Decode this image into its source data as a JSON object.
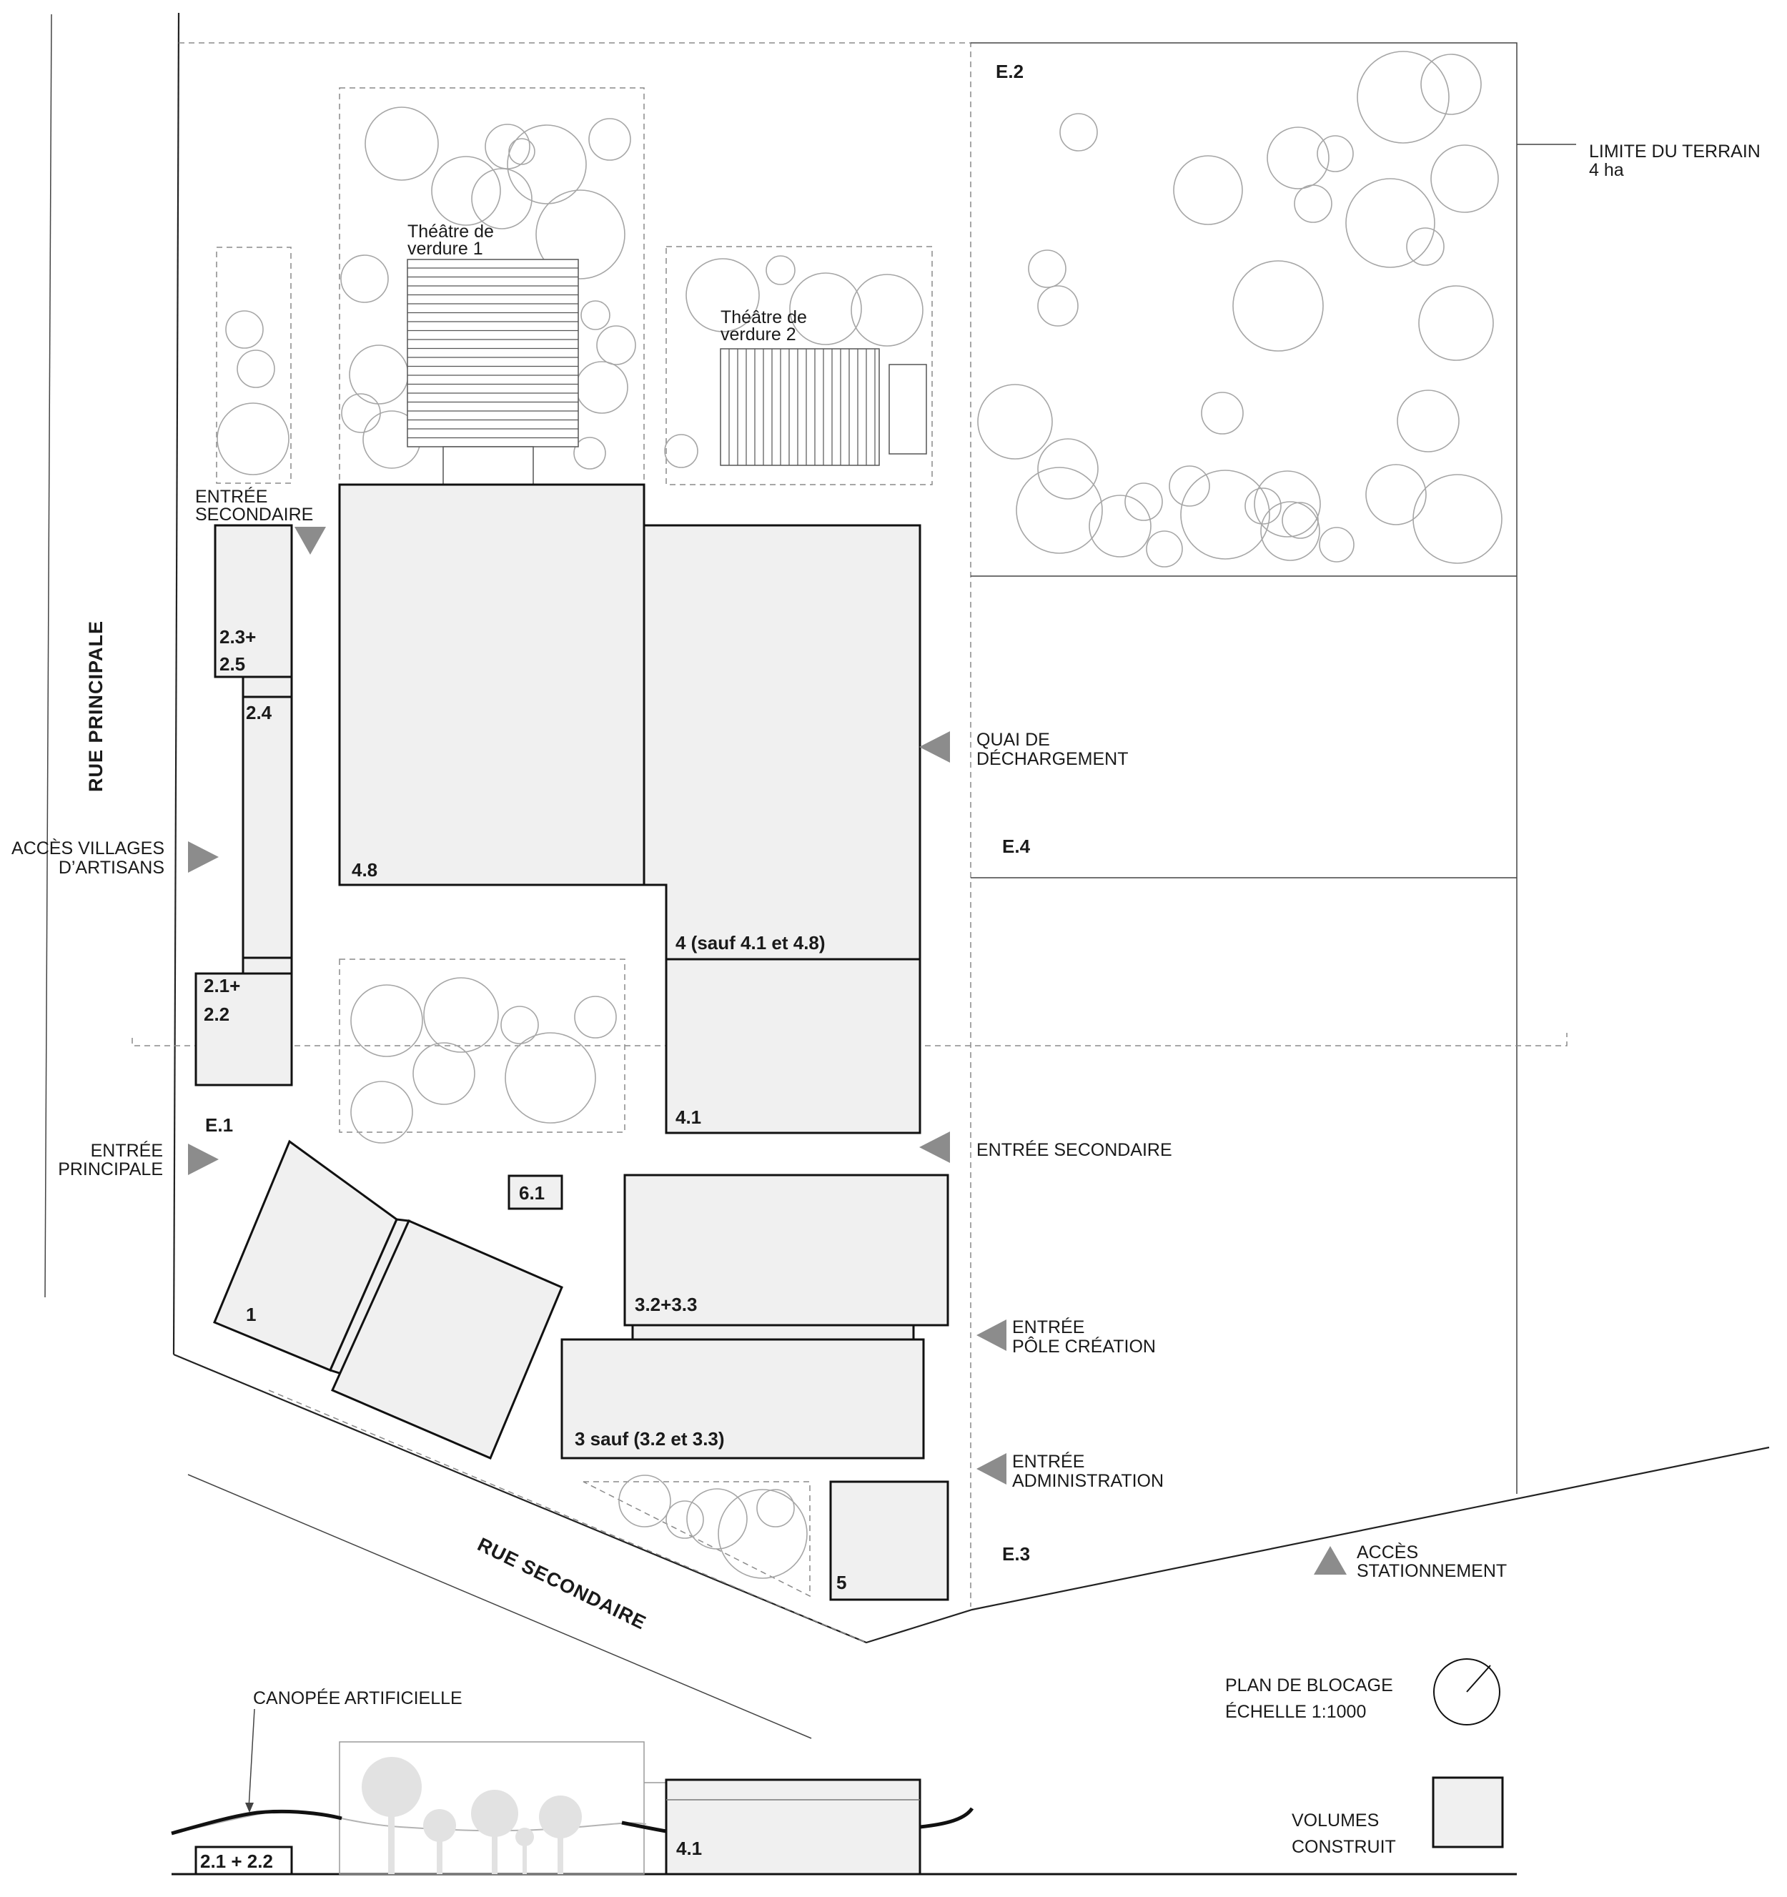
{
  "labels": {
    "theatre1": [
      "Théâtre de",
      "verdure 1"
    ],
    "theatre2": [
      "Théâtre de",
      "verdure 2"
    ],
    "entree_secondaire_nw": [
      "ENTRÉE",
      "SECONDAIRE"
    ],
    "limite": [
      "LIMITE DU TERRAIN",
      "4 ha"
    ],
    "quai": [
      "QUAI DE",
      "DÉCHARGEMENT"
    ],
    "acces_villages": [
      "ACCÈS VILLAGES",
      "D’ARTISANS"
    ],
    "entree_principale": [
      "ENTRÉE",
      "PRINCIPALE"
    ],
    "entree_secondaire_e": "ENTRÉE  SECONDAIRE",
    "entree_pole": [
      "ENTRÉE",
      "PÔLE CRÉATION"
    ],
    "entree_admin": [
      "ENTRÉE",
      "ADMINISTRATION"
    ],
    "acces_stationnement": [
      "ACCÈS",
      "STATIONNEMENT"
    ],
    "rue_principale": "RUE PRINCIPALE",
    "rue_secondaire": "RUE SECONDAIRE",
    "canopee": "CANOPÉE ARTIFICIELLE",
    "plan_de_blocage": [
      "PLAN DE BLOCAGE",
      "ÉCHELLE  1:1000"
    ],
    "volumes_construit": [
      "VOLUMES",
      "CONSTRUIT"
    ]
  },
  "zones": {
    "e1": "E.1",
    "e2": "E.2",
    "e3": "E.3",
    "e4": "E.4"
  },
  "blocks": {
    "b23_25": [
      "2.3+",
      "2.5"
    ],
    "b24": "2.4",
    "b21_22": [
      "2.1+",
      "2.2"
    ],
    "b48": "4.8",
    "b4": "4 (sauf 4.1 et 4.8)",
    "b41": "4.1",
    "b61": "6.1",
    "b1": "1",
    "b32_33": "3.2+3.3",
    "b3": "3 sauf (3.2 et 3.3)",
    "b5": "5"
  },
  "section": {
    "b21_22": "2.1 + 2.2",
    "b41": "4.1"
  },
  "colors": {
    "volume_fill": "#f0f0f0",
    "arrow": "#8c8c8c",
    "tree_outline": "#a6a6a6",
    "line": "#111111"
  },
  "icons": [
    "north-arrow-icon",
    "entrance-arrow-icon",
    "tree-icon",
    "legend-volume-icon"
  ]
}
